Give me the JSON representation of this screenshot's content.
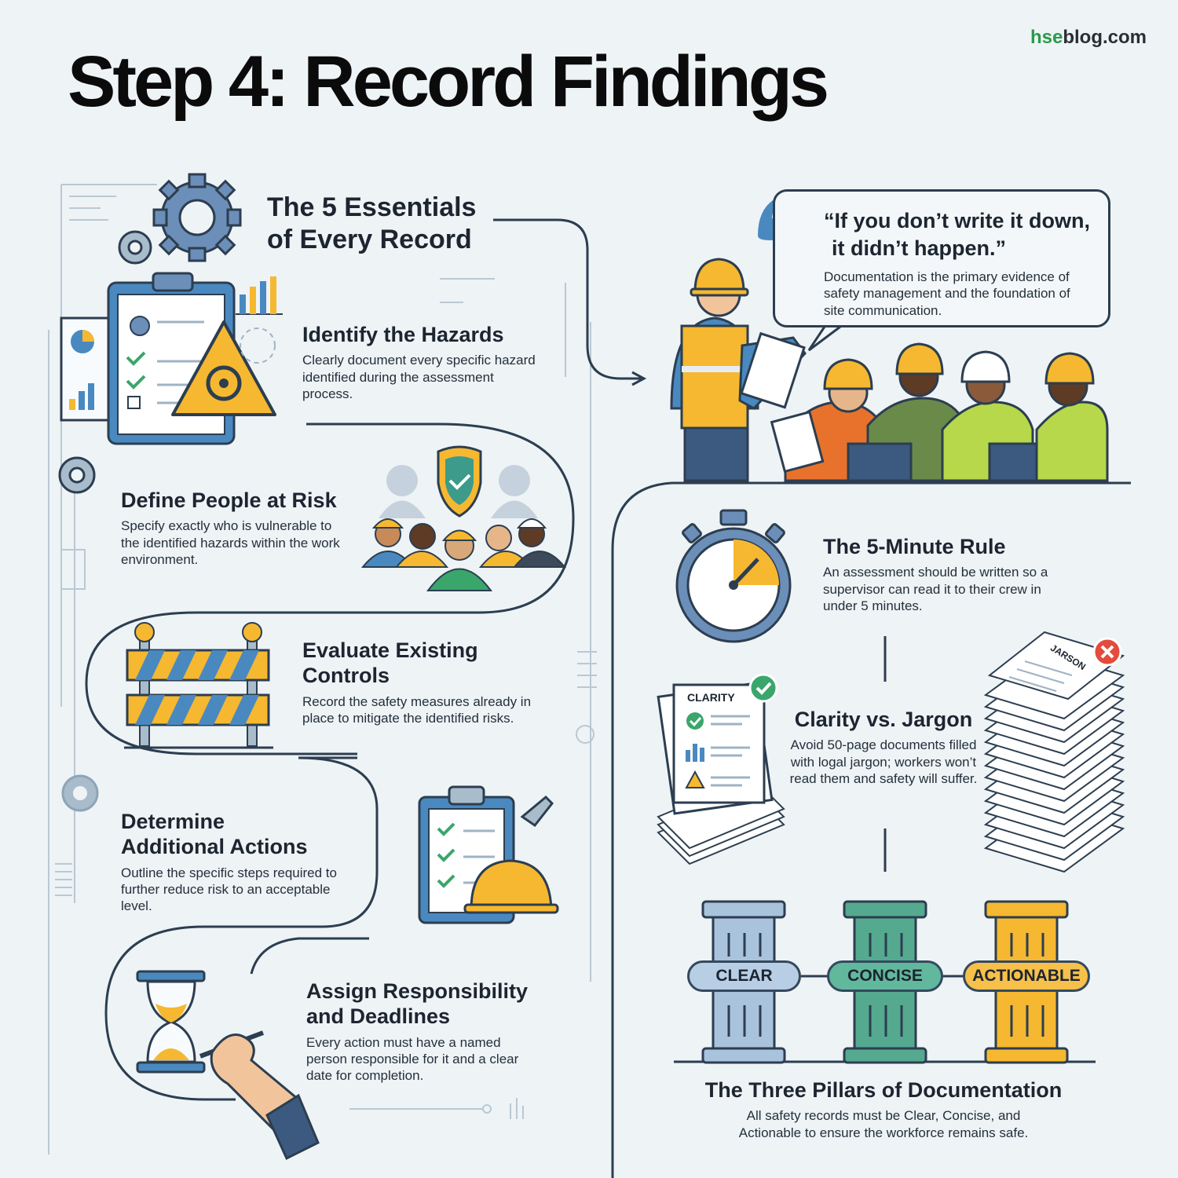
{
  "brand": {
    "part1": "hse",
    "part2": "blog.com"
  },
  "title": "Step 4: Record Findings",
  "essentials": {
    "heading_line1": "The 5 Essentials",
    "heading_line2": "of Every Record",
    "items": [
      {
        "title": "Identify the Hazards",
        "text": "Clearly document every specific hazard identified during the assessment process."
      },
      {
        "title": "Define People at Risk",
        "text": "Specify exactly who is vulnerable to the identified hazards within the work environment."
      },
      {
        "title_line1": "Evaluate Existing",
        "title_line2": "Controls",
        "text": "Record the safety measures already in place to mitigate the identified risks."
      },
      {
        "title_line1": "Determine",
        "title_line2": "Additional Actions",
        "text": "Outline the specific steps required to further reduce risk to an acceptable level."
      },
      {
        "title_line1": "Assign Responsibility",
        "title_line2": "and Deadlines",
        "text": "Every action must have a named person responsible for it and a clear date for completion."
      }
    ]
  },
  "quote": {
    "line1": "“If you don’t write it down,",
    "line2": "it didn’t happen.”",
    "text": "Documentation is the primary evidence of safety management and the foundation of site communication."
  },
  "five_minute": {
    "title": "The 5-Minute Rule",
    "text": "An assessment should be written so a supervisor can read it to their crew in under 5 minutes."
  },
  "clarity": {
    "title": "Clarity vs. Jargon",
    "text": "Avoid 50-page documents filled with logal jargon; workers won’t read them and safety will suffer.",
    "doc_label": "CLARITY",
    "stack_label": "JARSON"
  },
  "pillars": {
    "labels": [
      "CLEAR",
      "CONCISE",
      "ACTIONABLE"
    ],
    "title": "The Three Pillars of Documentation",
    "text": "All safety records must be Clear, Concise, and Actionable to ensure the workforce remains safe."
  },
  "colors": {
    "navy": "#2c3e50",
    "blue": "#4a89c0",
    "yellow": "#f6b830",
    "green": "#3aa66b",
    "teal": "#3c9b8a",
    "bg": "#eef3f6"
  }
}
